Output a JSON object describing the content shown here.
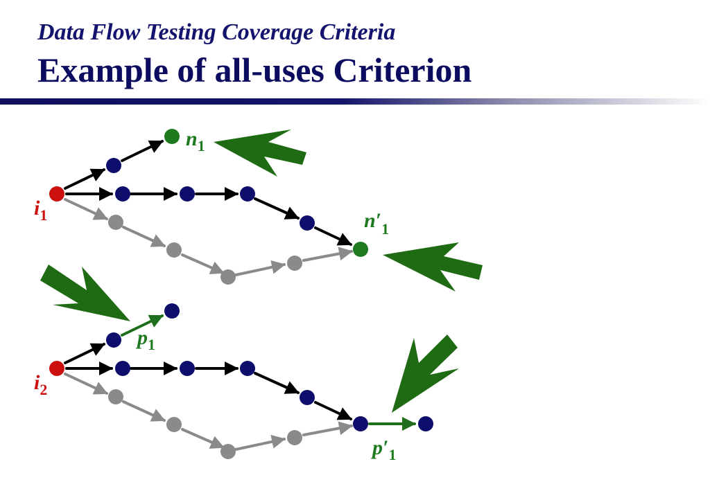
{
  "header": {
    "subtitle": "Data Flow Testing Coverage Criteria",
    "title": "Example of all-uses Criterion"
  },
  "labels": {
    "i1": {
      "main": "i",
      "sub": "1"
    },
    "i2": {
      "main": "i",
      "sub": "2"
    },
    "n1": {
      "main": "n",
      "sub": "1"
    },
    "n1p": {
      "main": "n′",
      "sub": "1"
    },
    "p1": {
      "main": "p",
      "sub": "1"
    },
    "p1p": {
      "main": "p′",
      "sub": "1"
    }
  },
  "colors": {
    "definition_node": "#cc1010",
    "node": "#0d0d6b",
    "use_node": "#1e7a1e",
    "black_edge": "#000000",
    "gray_edge": "#8a8a8a",
    "green_edge": "#1e6e1e",
    "pointer_arrow": "#1f6b14",
    "title": "#0b0b60"
  }
}
